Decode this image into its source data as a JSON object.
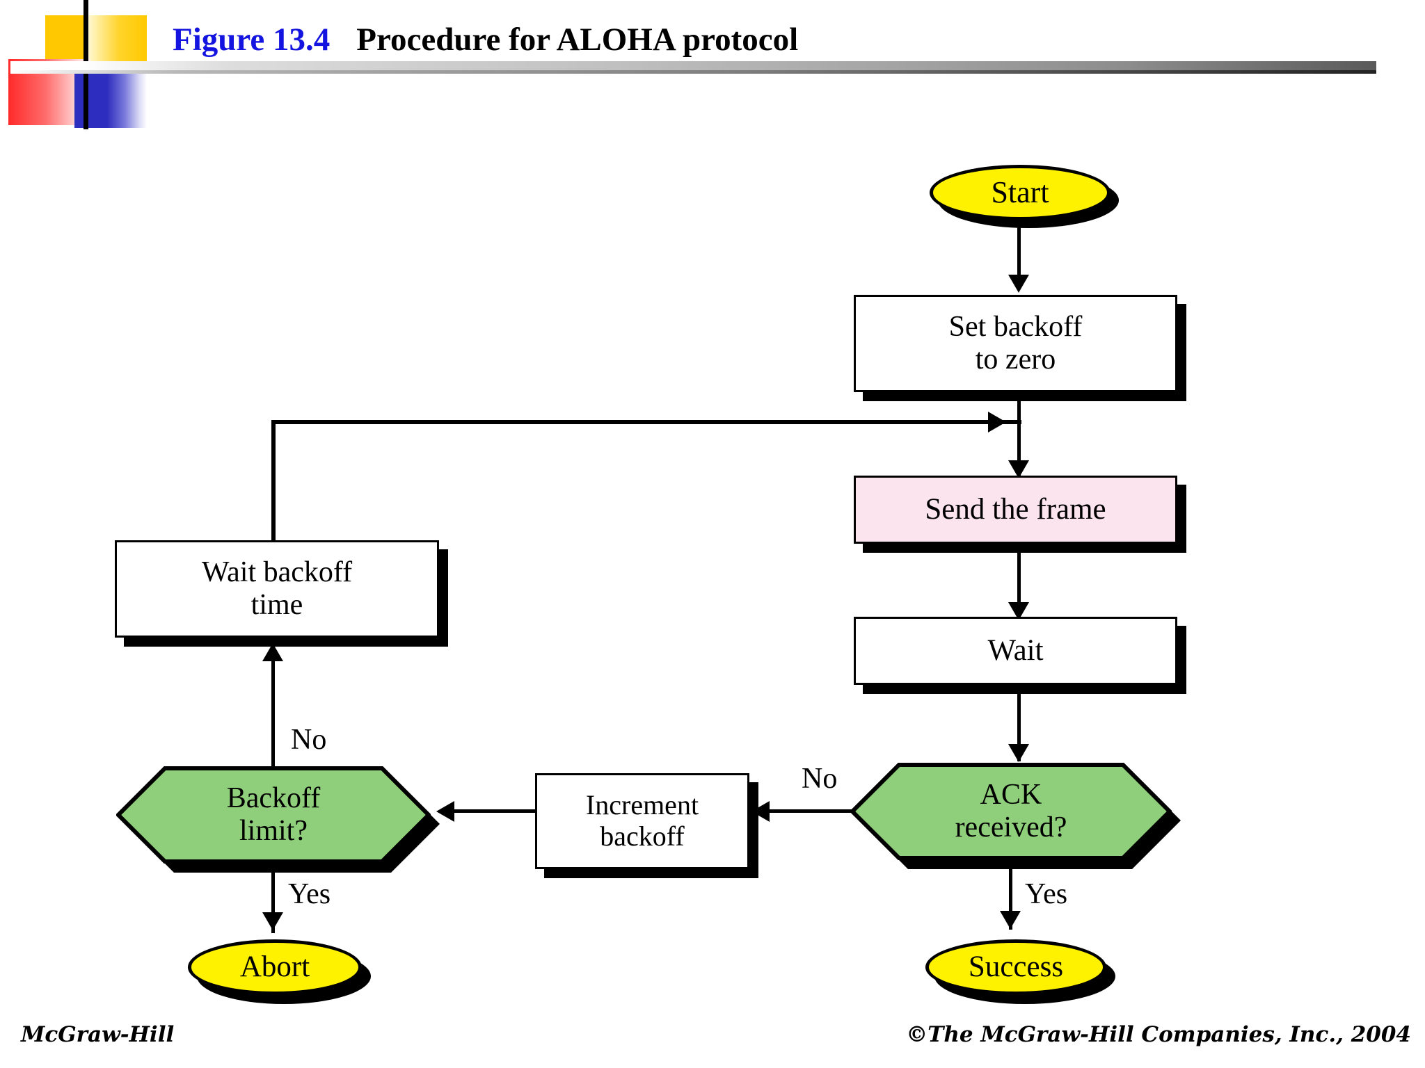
{
  "header": {
    "figure_number": "Figure 13.4",
    "figure_title": "Procedure for ALOHA protocol",
    "figure_number_color": "#1414E0",
    "figure_title_color": "#000000"
  },
  "footer": {
    "left": "McGraw-Hill",
    "right": "©The McGraw-Hill Companies, Inc., 2004"
  },
  "palette": {
    "terminator_fill": "#FFF200",
    "process_fill": "#FFFFFF",
    "highlight_process_fill": "#FBE4EE",
    "decision_fill": "#8FCE7A",
    "stroke": "#000000",
    "shadow": "#000000",
    "deco_yellow": "#FFC800",
    "deco_red": "#FF2A2A",
    "deco_blue": "#2D2DBF"
  },
  "flowchart": {
    "type": "flowchart",
    "title": "Procedure for ALOHA protocol",
    "nodes": [
      {
        "id": "start",
        "shape": "oval",
        "label": "Start",
        "fill": "#FFF200"
      },
      {
        "id": "set_backoff",
        "shape": "rectangle",
        "label": "Set backoff\nto zero",
        "fill": "#FFFFFF"
      },
      {
        "id": "send_frame",
        "shape": "rectangle",
        "label": "Send the frame",
        "fill": "#FBE4EE"
      },
      {
        "id": "wait",
        "shape": "rectangle",
        "label": "Wait",
        "fill": "#FFFFFF"
      },
      {
        "id": "ack_received",
        "shape": "hexagon",
        "label": "ACK\nreceived?",
        "fill": "#8FCE7A"
      },
      {
        "id": "success",
        "shape": "oval",
        "label": "Success",
        "fill": "#FFF200"
      },
      {
        "id": "increment",
        "shape": "rectangle",
        "label": "Increment\nbackoff",
        "fill": "#FFFFFF"
      },
      {
        "id": "backoff_limit",
        "shape": "hexagon",
        "label": "Backoff\nlimit?",
        "fill": "#8FCE7A"
      },
      {
        "id": "wait_backoff",
        "shape": "rectangle",
        "label": "Wait backoff\ntime",
        "fill": "#FFFFFF"
      },
      {
        "id": "abort",
        "shape": "oval",
        "label": "Abort",
        "fill": "#FFF200"
      }
    ],
    "edges": [
      {
        "from": "start",
        "to": "set_backoff",
        "label": ""
      },
      {
        "from": "set_backoff",
        "to": "send_frame",
        "label": ""
      },
      {
        "from": "send_frame",
        "to": "wait",
        "label": ""
      },
      {
        "from": "wait",
        "to": "ack_received",
        "label": ""
      },
      {
        "from": "ack_received",
        "to": "success",
        "label": "Yes"
      },
      {
        "from": "ack_received",
        "to": "increment",
        "label": "No"
      },
      {
        "from": "increment",
        "to": "backoff_limit",
        "label": ""
      },
      {
        "from": "backoff_limit",
        "to": "abort",
        "label": "Yes"
      },
      {
        "from": "backoff_limit",
        "to": "wait_backoff",
        "label": "No"
      },
      {
        "from": "wait_backoff",
        "to": "send_frame",
        "label": ""
      }
    ],
    "branch_labels": {
      "ack_no": "No",
      "ack_yes": "Yes",
      "limit_no": "No",
      "limit_yes": "Yes"
    }
  }
}
